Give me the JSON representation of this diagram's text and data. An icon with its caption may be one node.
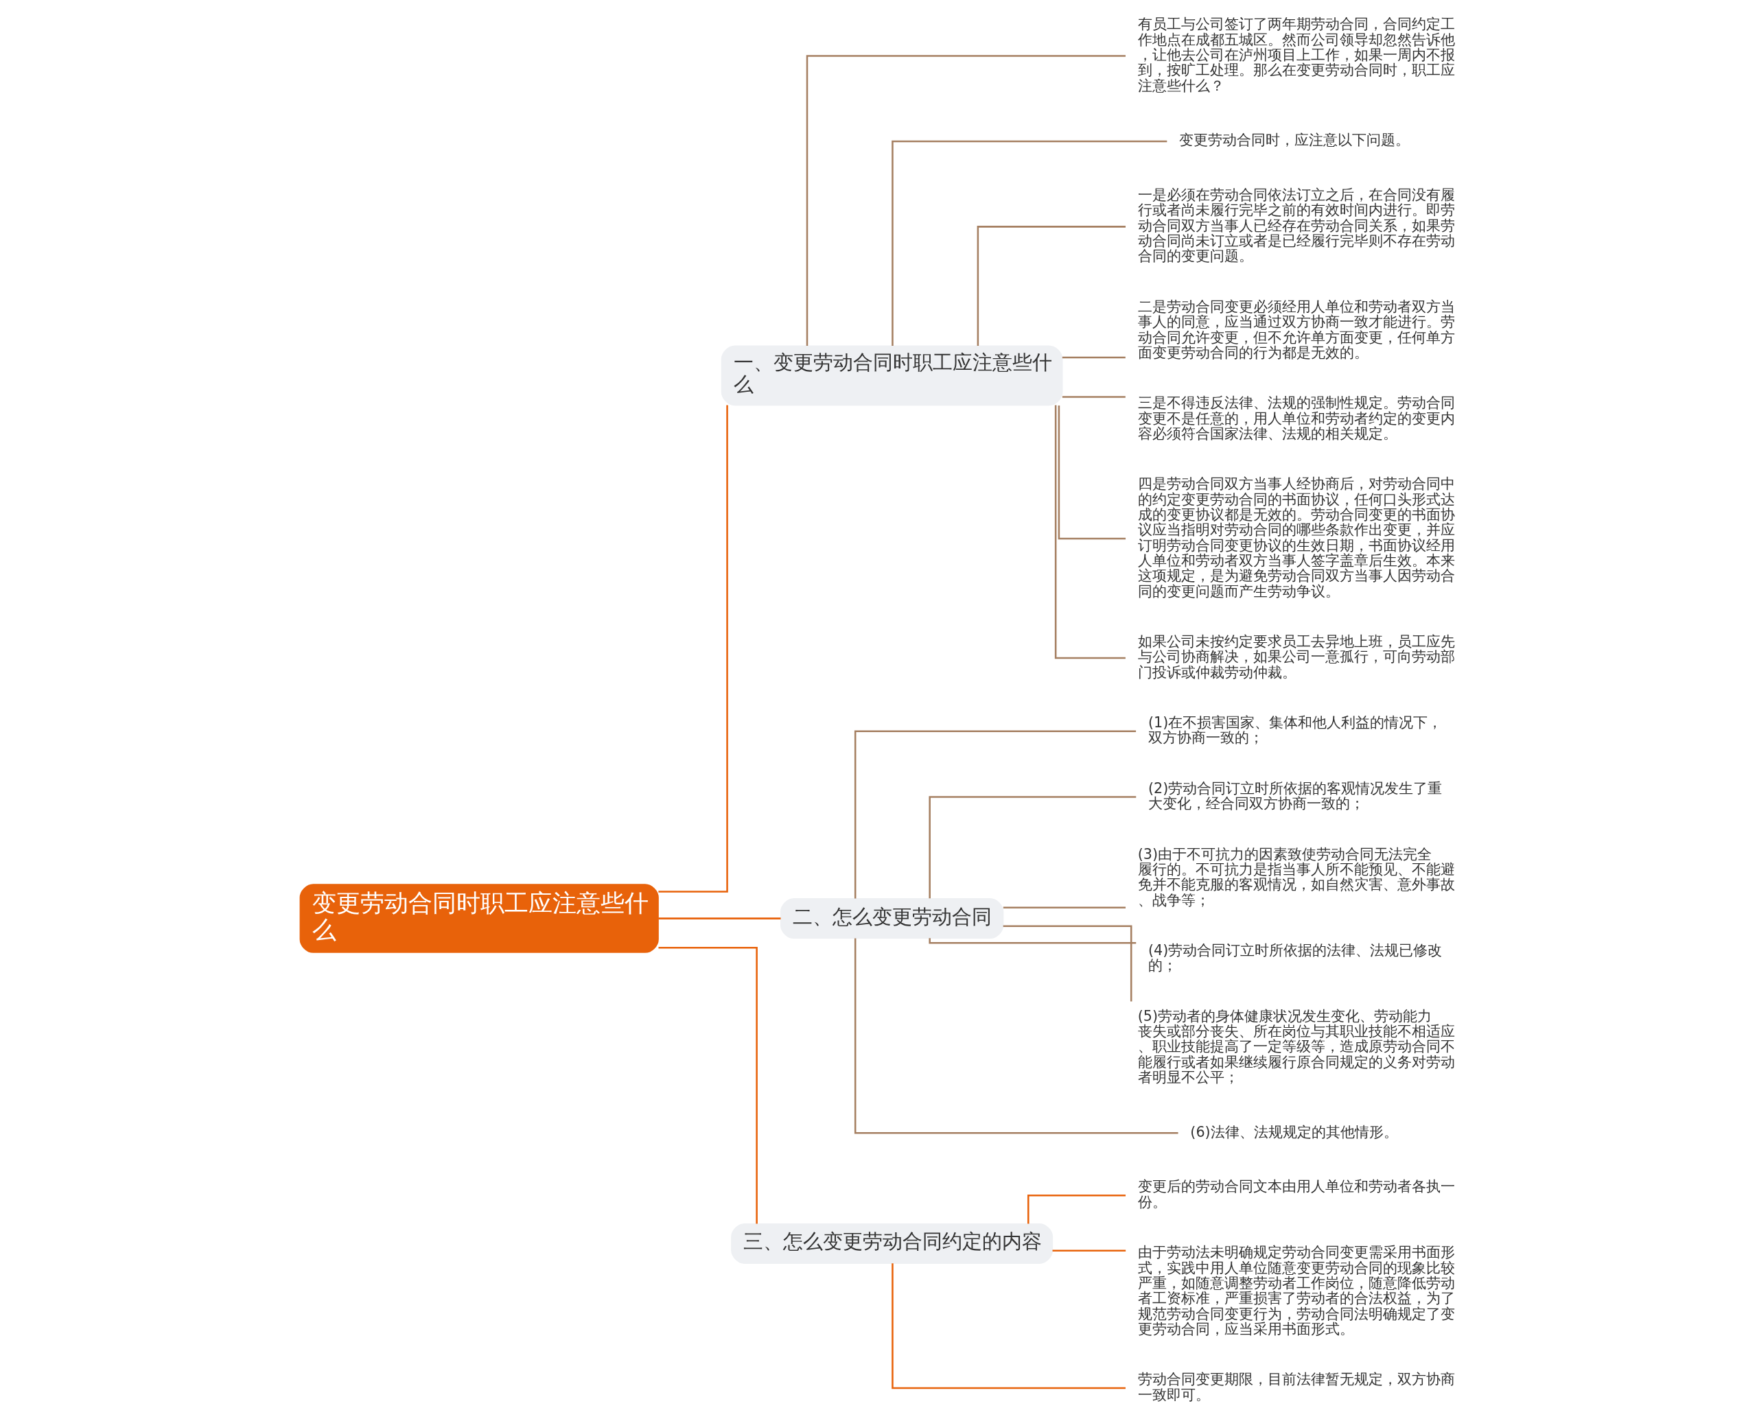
{
  "diagram": {
    "nodes": [
      {
        "text": [
          "变更劳动合同时职工应注意些什么"
        ]
      },
      {
        "text": [
          "一、变更劳动合同时职工应注意些什么"
        ]
      },
      {
        "text": [
          "有员工与公司签订了两年期劳动合同，合同约定工作地点在成都五城区。然而公司领导却忽然告诉他，让他去公司在泸州项目上工作，如果一周内不报到，按旷工处理。那么在变更劳动合同时，职工应注意些什么？"
        ]
      },
      {
        "text": [
          "变更劳动合同时，应注意以下问题。"
        ]
      },
      {
        "text": [
          "一是必须在劳动合同依法订立之后，在合同没有履行或者尚未履行完毕之前的有效时间内进行。即劳动合同双方当事人已经存在劳动合同关系，如果劳动合同尚未订立或者是已经履行完毕则不存在劳动合同的变更问题。"
        ]
      },
      {
        "text": [
          "二是劳动合同变更必须经用人单位和劳动者双方当事人的同意，应当通过双方协商一致才能进行。劳动合同允许变更，但不允许单方面变更，任何单方面变更劳动合同的行为都是无效的。"
        ]
      },
      {
        "text": [
          "三是不得违反法律、法规的强制性规定。劳动合同变更不是任意的，用人单位和劳动者约定的变更内容必须符合国家法律、法规的相关规定。"
        ]
      },
      {
        "text": [
          "四是劳动合同双方当事人经协商后，对劳动合同中的约定变更劳动合同的书面协议，任何口头形式达成的变更协议都是无效的。劳动合同变更的书面协议应当指明对劳动合同的哪些条款作出变更，并应订明劳动合同变更协议的生效日期，书面协议经用人单位和劳动者双方当事人签字盖章后生效。本来这项规定，是为避免劳动合同双方当事人因劳动合同的变更问题而产生劳动争议。"
        ]
      },
      {
        "text": [
          "如果公司未按约定要求员工去异地上班，员工应先与公司协商解决，如果公司一意孤行，可向劳动部门投诉或仲裁劳动仲裁。"
        ]
      },
      {
        "text": [
          "二、怎么变更劳动合同"
        ]
      },
      {
        "text": [
          "(1)在不损害国家、集体和他人利益的情况下，双方协商一致的；"
        ]
      },
      {
        "text": [
          "(2)劳动合同订立时所依据的客观情况发生了重大变化，经合同双方协商一致的；"
        ]
      },
      {
        "text": [
          "(3)由于不可抗力的因素致使劳动合同无法完全履行的。不可抗力是指当事人所不能预见、不能避免并不能克服的客观情况，如自然灾害、意外事故、战争等；"
        ]
      },
      {
        "text": [
          "(4)劳动合同订立时所依据的法律、法规已修改的；"
        ]
      },
      {
        "text": [
          "(5)劳动者的身体健康状况发生变化、劳动能力丧失或部分丧失、所在岗位与其职业技能不相适应、职业技能提高了一定等级等，造成原劳动合同不能履行或者如果继续履行原合同规定的义务对劳动者明显不公平；"
        ]
      },
      {
        "text": [
          "(6)法律、法规规定的其他情形。"
        ]
      },
      {
        "text": [
          "三、怎么变更劳动合同约定的内容"
        ]
      },
      {
        "text": [
          "变更后的劳动合同文本由用人单位和劳动者各执一份。"
        ]
      },
      {
        "text": [
          "由于劳动法未明确规定劳动合同变更需采用书面形式，实践中用人单位随意变更劳动合同的现象比较严重，如随意调整劳动者工作岗位，随意降低劳动者工资标准，严重损害了劳动者的合法权益，为了规范劳动合同变更行为，劳动合同法明确规定了变更劳动合同，应当采用书面形式。"
        ]
      },
      {
        "text": [
          "劳动合同变更期限，目前法律暂无规定，双方协商一致即可。"
        ]
      }
    ],
    "edges": [
      {
        "from": 0,
        "to": 1,
        "arrow": "none",
        "color": "#e8620a"
      },
      {
        "from": 1,
        "to": 2,
        "arrow": "none"
      },
      {
        "from": 1,
        "to": 3,
        "arrow": "none"
      },
      {
        "from": 1,
        "to": 4,
        "arrow": "none"
      },
      {
        "from": 1,
        "to": 5,
        "arrow": "none"
      },
      {
        "from": 1,
        "to": 6,
        "arrow": "none"
      },
      {
        "from": 1,
        "to": 7,
        "arrow": "none"
      },
      {
        "from": 1,
        "to": 8,
        "arrow": "none"
      },
      {
        "from": 0,
        "to": 9,
        "arrow": "none",
        "color": "#e8620a"
      },
      {
        "from": 9,
        "to": 10,
        "arrow": "none"
      },
      {
        "from": 9,
        "to": 11,
        "arrow": "none"
      },
      {
        "from": 9,
        "to": 12,
        "arrow": "none"
      },
      {
        "from": 9,
        "to": 13,
        "arrow": "none"
      },
      {
        "from": 9,
        "to": 14,
        "arrow": "none"
      },
      {
        "from": 9,
        "to": 15,
        "arrow": "none"
      },
      {
        "from": 0,
        "to": 16,
        "arrow": "none",
        "color": "#e8620a"
      },
      {
        "from": 16,
        "to": 17,
        "arrow": "none",
        "color": "#e8620a"
      },
      {
        "from": 16,
        "to": 18,
        "arrow": "none",
        "color": "#e8620a"
      },
      {
        "from": 16,
        "to": 19,
        "arrow": "none",
        "color": "#e8620a"
      }
    ]
  }
}
